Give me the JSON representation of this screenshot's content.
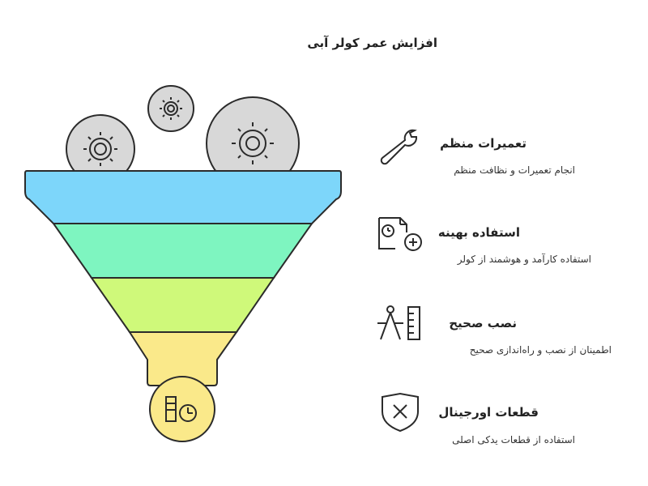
{
  "title": "افزایش عمر کولر آبی",
  "funnel": {
    "colors": {
      "band_1": "#7DD6FA",
      "band_2": "#7EF5C0",
      "band_3": "#CFF97A",
      "band_4": "#FAE98A",
      "spout": "#FAE98A",
      "gear": "#D8D8D8",
      "stroke": "#2b2b2b"
    }
  },
  "items": [
    {
      "title": "تعمیرات منظم",
      "description": "انجام تعمیرات و نظافت منظم",
      "icon": "wrench-icon"
    },
    {
      "title": "استفاده بهینه",
      "description": "استفاده کارآمد و هوشمند از کولر",
      "icon": "calendar-clock-plus-icon"
    },
    {
      "title": "نصب صحیح",
      "description": "اطمینان از نصب و راه‌اندازی صحیح",
      "icon": "compass-ruler-icon"
    },
    {
      "title": "قطعات اورجینال",
      "description": "استفاده از قطعات یدکی اصلی",
      "icon": "shield-x-icon"
    }
  ]
}
